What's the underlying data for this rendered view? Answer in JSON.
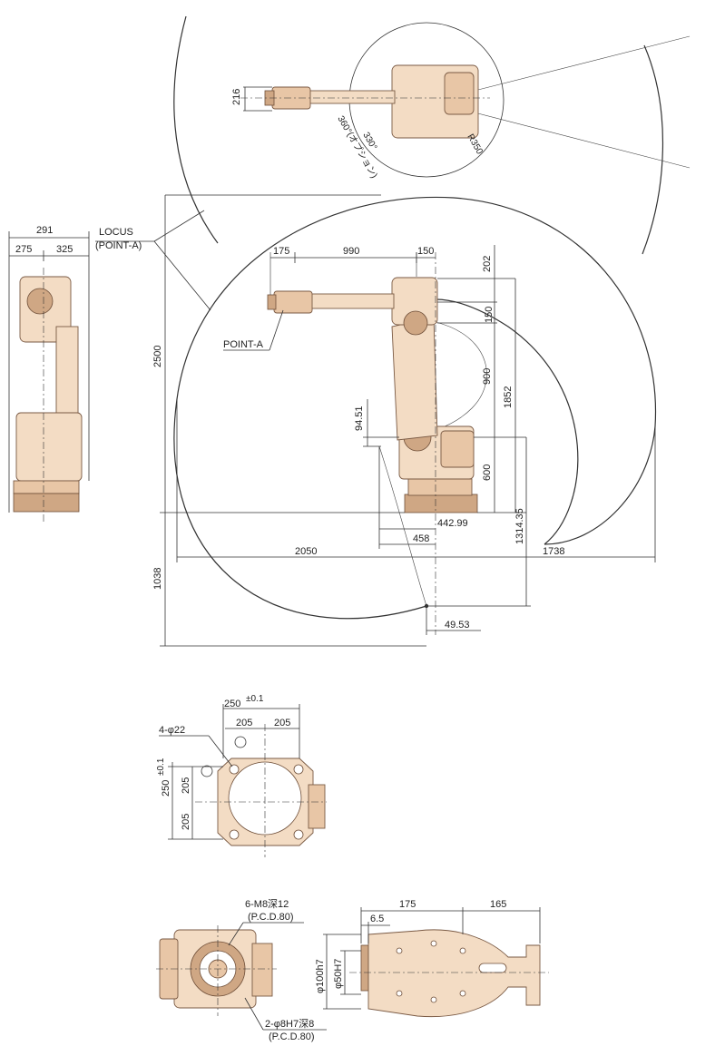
{
  "labels": {
    "locus_line1": "LOCUS",
    "locus_line2": "(POINT-A)",
    "point_a": "POINT-A",
    "top_r": "R350",
    "top_a1": "330°",
    "top_a2": "360°(オプション)",
    "flange_thread": "6-M8深12",
    "flange_thread_pcd": "(P.C.D.80)",
    "flange_pin": "2-φ8H7深8",
    "flange_pin_pcd": "(P.C.D.80)",
    "base_holes": "4-φ22",
    "base_tol": "±0.1",
    "base_tol_v": "±0.1"
  },
  "dims": {
    "top_216": "216",
    "side_291": "291",
    "side_275": "275",
    "side_325": "325",
    "d175": "175",
    "d990": "990",
    "d150": "150",
    "d202": "202",
    "d150b": "150",
    "d900": "900",
    "d1852": "1852",
    "d600": "600",
    "d2500": "2500",
    "d9451": "94.51",
    "d44299": "442.99",
    "d458": "458",
    "d131435": "1314.35",
    "d2050": "2050",
    "d1738": "1738",
    "d1038": "1038",
    "d4953": "49.53",
    "b250h": "250",
    "b205a": "205",
    "b205b": "205",
    "b250v": "250",
    "b205c": "205",
    "b205d": "205",
    "f175": "175",
    "f165": "165",
    "f65": "6.5",
    "f100": "φ100h7",
    "f50": "φ50H7"
  }
}
